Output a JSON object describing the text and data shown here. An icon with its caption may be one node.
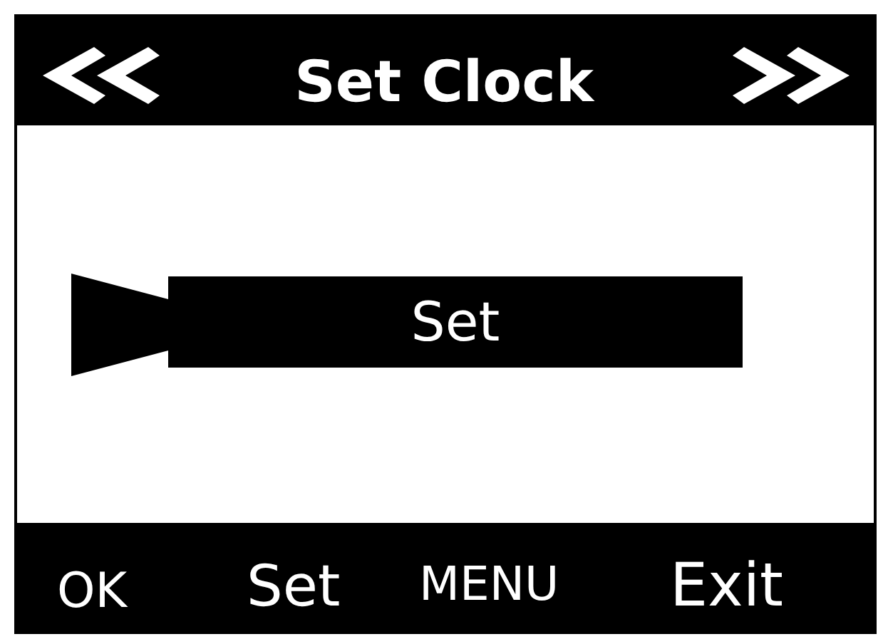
{
  "diagram": {
    "title": "Set Clock",
    "labels": [
      "Set",
      "OK",
      "Set",
      "MENU",
      "Exit"
    ]
  }
}
